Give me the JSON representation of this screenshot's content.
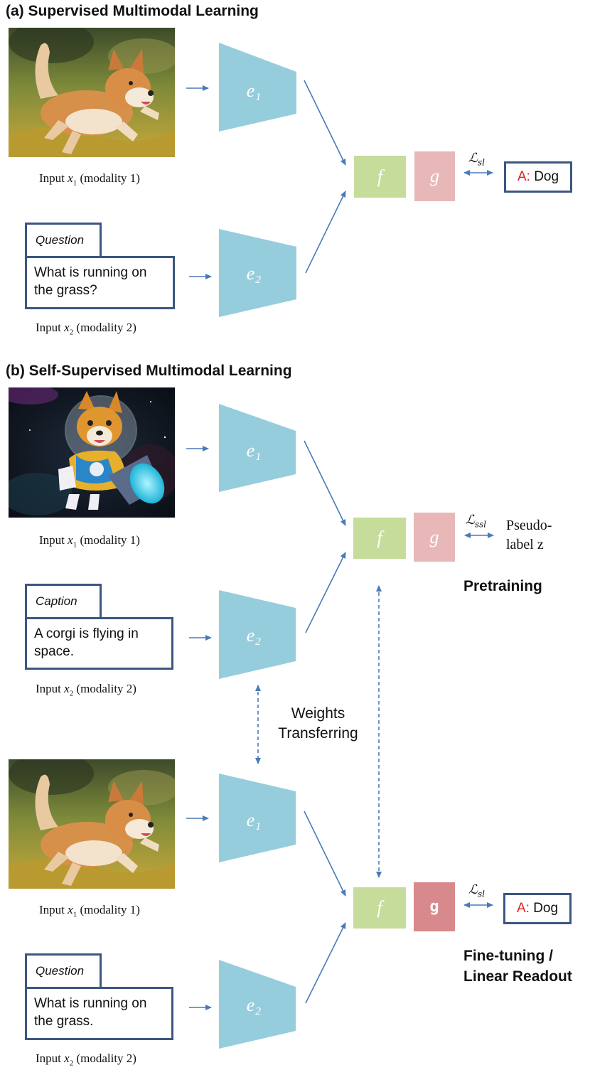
{
  "panel_a": {
    "title": "(a) Supervised Multimodal Learning",
    "input1_label": "Input x₁ (modality 1)",
    "input2_label": "Input x₂ (modality 2)",
    "question_tab": "Question",
    "question_text": "What is running on the grass?",
    "encoder1": "e₁",
    "encoder2": "e₂",
    "fusion": "f",
    "head": "g",
    "loss": "ℒsl",
    "answer_prefix": "A:",
    "answer_text": "Dog"
  },
  "panel_b": {
    "title": "(b) Self-Supervised Multimodal Learning",
    "pretrain": {
      "input1_label": "Input x₁ (modality 1)",
      "input2_label": "Input x₂ (modality 2)",
      "caption_tab": "Caption",
      "caption_text": "A corgi is flying in space.",
      "encoder1": "e₁",
      "encoder2": "e₂",
      "fusion": "f",
      "head": "g",
      "loss": "ℒssl",
      "pseudo_label_line1": "Pseudo-",
      "pseudo_label_line2": "label z",
      "phase_label": "Pretraining"
    },
    "transfer_label_line1": "Weights",
    "transfer_label_line2": "Transferring",
    "finetune": {
      "input1_label": "Input x₁ (modality 1)",
      "input2_label": "Input x₂ (modality 2)",
      "question_tab": "Question",
      "question_text": "What is running on the grass.",
      "encoder1": "e₁",
      "encoder2": "e₂",
      "fusion": "f",
      "head": "g",
      "loss": "ℒsl",
      "answer_prefix": "A:",
      "answer_text": "Dog",
      "phase_label_line1": "Fine-tuning /",
      "phase_label_line2": "Linear Readout"
    }
  },
  "colors": {
    "encoder": "#96cddd",
    "fusion": "#c5dc9b",
    "head_light": "#e8b8b8",
    "head_dark": "#d8898b",
    "arrow": "#4a7ab8",
    "box_border": "#3c5680",
    "answer_accent": "#e02020"
  }
}
